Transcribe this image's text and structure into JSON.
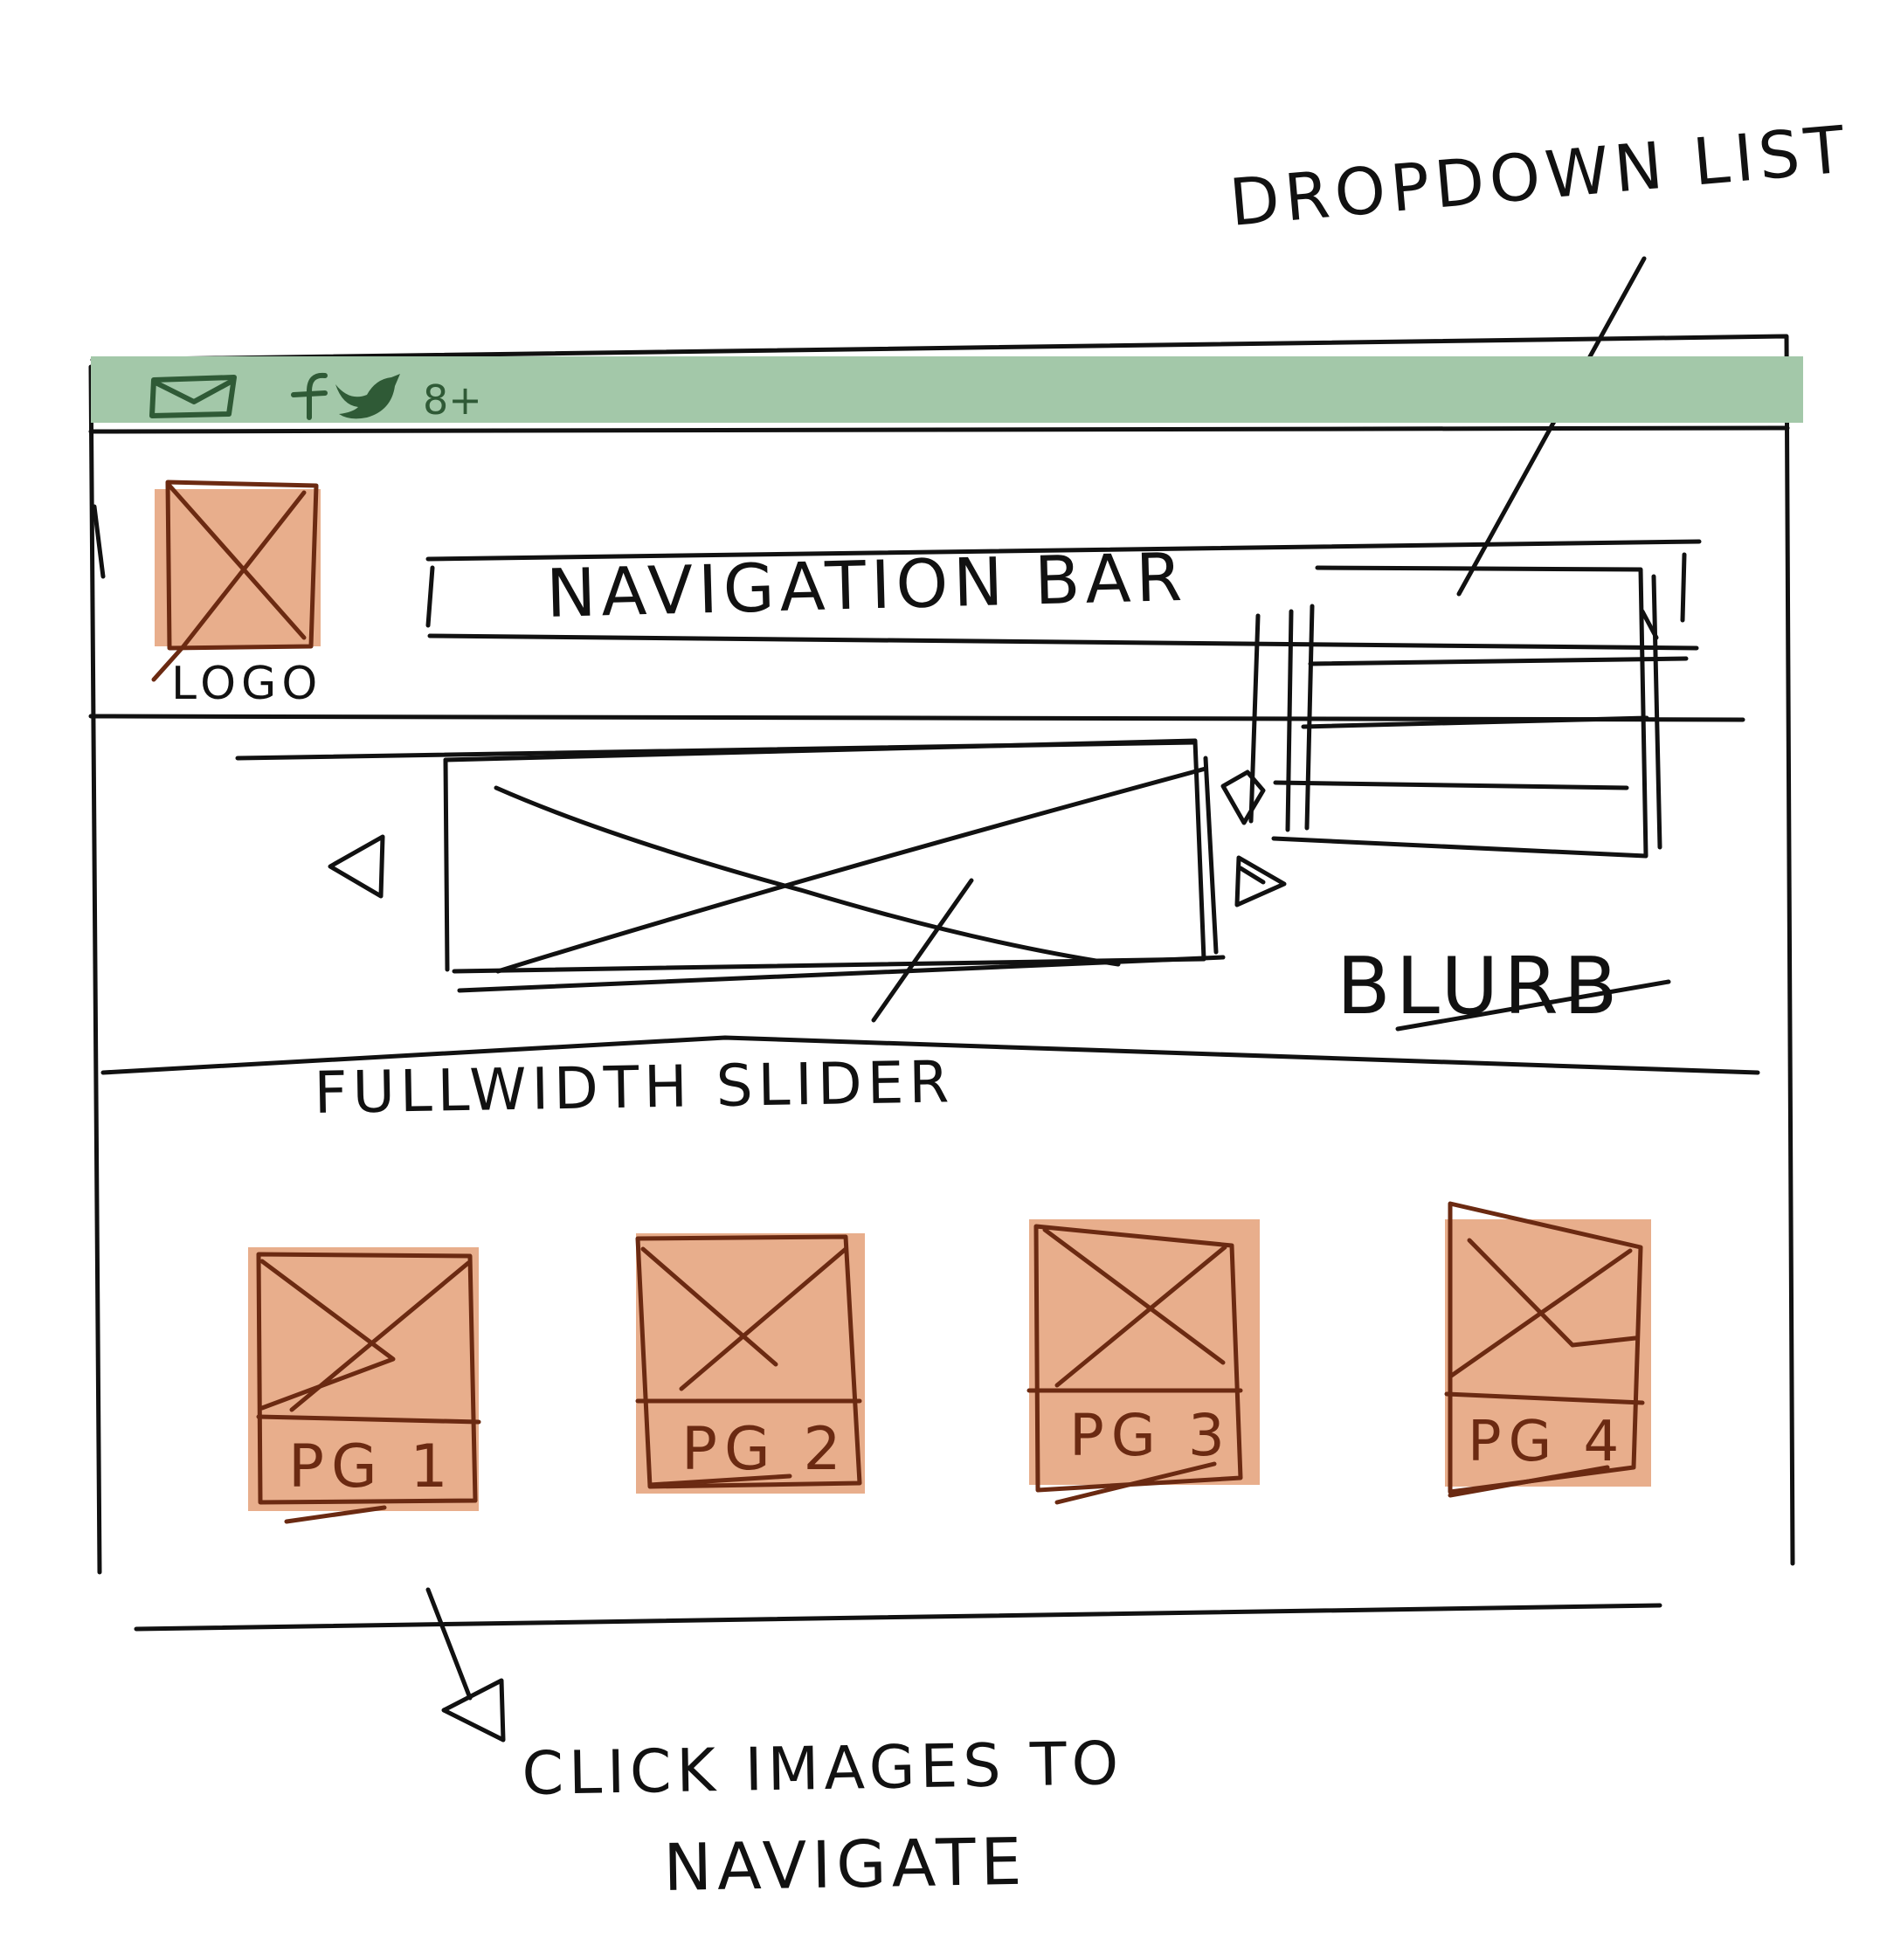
{
  "colors": {
    "topbar": "#a3c8a9",
    "placeholder": "#e8ae8c",
    "ink": "#111111",
    "brown_ink": "#6b2a12",
    "icon_green": "#2f5a36"
  },
  "topbar": {
    "icons": [
      "mail-icon",
      "facebook-icon",
      "twitter-icon",
      "google-plus-icon"
    ],
    "gplus_glyph": "8+"
  },
  "annotations": {
    "dropdown_list": "DROPDOWN LIST",
    "navigation_bar": "NAVIGATION BAR",
    "logo": "LOGO",
    "blurb": "BLURB",
    "fullwidth_slider": "FULLWIDTH SLIDER",
    "click_images_line1": "CLICK IMAGES TO",
    "click_images_line2": "NAVIGATE"
  },
  "pages": [
    {
      "label": "PG 1"
    },
    {
      "label": "PG 2"
    },
    {
      "label": "PG 3"
    },
    {
      "label": "PG 4"
    }
  ]
}
